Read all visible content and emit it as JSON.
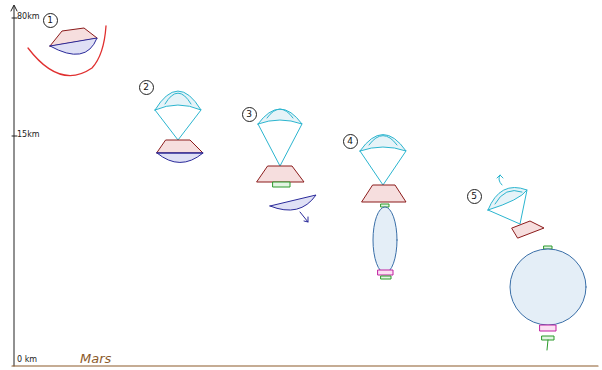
{
  "diagram": {
    "nodes": [
      {
        "text": [
          "1"
        ]
      },
      {
        "text": [
          "2"
        ]
      },
      {
        "text": [
          "3"
        ]
      },
      {
        "text": [
          "4"
        ]
      },
      {
        "text": [
          "5"
        ]
      }
    ],
    "labels": [
      "80km",
      "15km",
      "0 km",
      "Mars"
    ]
  }
}
